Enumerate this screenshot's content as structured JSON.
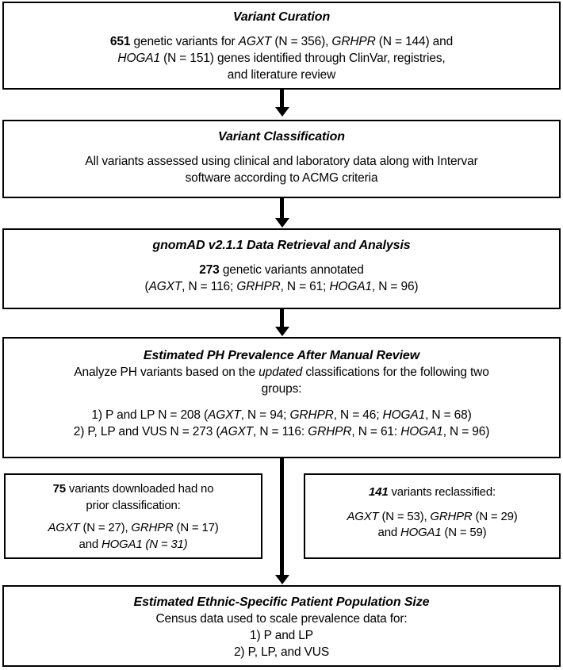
{
  "figure": {
    "type": "flowchart",
    "orientation": "vertical",
    "background_color": "#ffffff",
    "line_color": "#000000"
  },
  "boxes": {
    "variant_curation": {
      "title": "Variant Curation",
      "lines": [
        {
          "segments": [
            {
              "t": "651",
              "s": "bold"
            },
            {
              "t": " genetic variants for ",
              "s": "normal"
            },
            {
              "t": "AGXT",
              "s": "italic"
            },
            {
              "t": " (N = 356), ",
              "s": "normal"
            },
            {
              "t": "GRHPR",
              "s": "italic"
            },
            {
              "t": " (N = 144) and",
              "s": "normal"
            }
          ]
        },
        {
          "segments": [
            {
              "t": "HOGA1",
              "s": "italic"
            },
            {
              "t": " (N = 151) genes identified through ClinVar, registries,",
              "s": "normal"
            }
          ]
        },
        {
          "segments": [
            {
              "t": "and literature review",
              "s": "normal"
            }
          ]
        }
      ]
    },
    "variant_classification": {
      "title": "Variant Classification",
      "lines": [
        {
          "segments": [
            {
              "t": "All variants assessed using clinical and laboratory data along with Intervar",
              "s": "normal"
            }
          ]
        },
        {
          "segments": [
            {
              "t": "software according to ACMG criteria",
              "s": "normal"
            }
          ]
        }
      ]
    },
    "gnomad_retrieval": {
      "title": "gnomAD v2.1.1 Data Retrieval and Analysis",
      "lines": [
        {
          "segments": [
            {
              "t": "273",
              "s": "bold"
            },
            {
              "t": " genetic variants annotated",
              "s": "normal"
            }
          ]
        },
        {
          "segments": [
            {
              "t": "(",
              "s": "normal"
            },
            {
              "t": "AGXT",
              "s": "italic"
            },
            {
              "t": ", N = 116; ",
              "s": "normal"
            },
            {
              "t": "GRHPR",
              "s": "italic"
            },
            {
              "t": ", N = 61; ",
              "s": "normal"
            },
            {
              "t": "HOGA1",
              "s": "italic"
            },
            {
              "t": ", N = 96)",
              "s": "normal"
            }
          ]
        }
      ]
    },
    "ph_prevalence": {
      "title": "Estimated PH Prevalence After Manual Review",
      "lines": [
        {
          "segments": [
            {
              "t": "Analyze PH variants based on the ",
              "s": "normal"
            },
            {
              "t": "updated",
              "s": "italic"
            },
            {
              "t": " classifications for the following two",
              "s": "normal"
            }
          ]
        },
        {
          "segments": [
            {
              "t": "groups:",
              "s": "normal"
            }
          ]
        }
      ],
      "groups": [
        {
          "segments": [
            {
              "t": "1) P and LP N = 208 (",
              "s": "normal"
            },
            {
              "t": "AGXT",
              "s": "italic"
            },
            {
              "t": ", N = 94; ",
              "s": "normal"
            },
            {
              "t": "GRHPR",
              "s": "italic"
            },
            {
              "t": ", N = 46; ",
              "s": "normal"
            },
            {
              "t": "HOGA1",
              "s": "italic"
            },
            {
              "t": ", N = 68)",
              "s": "normal"
            }
          ]
        },
        {
          "segments": [
            {
              "t": "2) P, LP and VUS N = 273 (",
              "s": "normal"
            },
            {
              "t": "AGXT",
              "s": "italic"
            },
            {
              "t": ", N = 116: ",
              "s": "normal"
            },
            {
              "t": "GRHPR",
              "s": "italic"
            },
            {
              "t": ", N = 61: ",
              "s": "normal"
            },
            {
              "t": "HOGA1",
              "s": "italic"
            },
            {
              "t": ", N = 96)",
              "s": "normal"
            }
          ]
        }
      ]
    },
    "no_prior_classification": {
      "lines": [
        {
          "segments": [
            {
              "t": "75",
              "s": "bold"
            },
            {
              "t": " variants downloaded had no",
              "s": "normal"
            }
          ]
        },
        {
          "segments": [
            {
              "t": "prior classification:",
              "s": "normal"
            }
          ]
        }
      ],
      "detail": [
        {
          "segments": [
            {
              "t": "AGXT",
              "s": "italic"
            },
            {
              "t": " (N = 27), ",
              "s": "normal"
            },
            {
              "t": "GRHPR",
              "s": "italic"
            },
            {
              "t": " (N = 17)",
              "s": "normal"
            }
          ]
        },
        {
          "segments": [
            {
              "t": "and ",
              "s": "normal"
            },
            {
              "t": "HOGA1 (N = 31)",
              "s": "italic"
            }
          ]
        }
      ]
    },
    "reclassified": {
      "lines": [
        {
          "segments": [
            {
              "t": "141",
              "s": "bolditalic"
            },
            {
              "t": " variants reclassified:",
              "s": "normal"
            }
          ]
        }
      ],
      "detail": [
        {
          "segments": [
            {
              "t": "AGXT",
              "s": "italic"
            },
            {
              "t": " (N = 53), ",
              "s": "normal"
            },
            {
              "t": "GRHPR",
              "s": "italic"
            },
            {
              "t": " (N = 29)",
              "s": "normal"
            }
          ]
        },
        {
          "segments": [
            {
              "t": "and ",
              "s": "normal"
            },
            {
              "t": "HOGA1",
              "s": "italic"
            },
            {
              "t": " (N = 59)",
              "s": "normal"
            }
          ]
        }
      ]
    },
    "population_size": {
      "title": "Estimated Ethnic-Specific Patient Population Size",
      "lines": [
        {
          "segments": [
            {
              "t": "Census data used to scale prevalence data for:",
              "s": "normal"
            }
          ]
        },
        {
          "segments": [
            {
              "t": "1)  P and LP",
              "s": "normal"
            }
          ]
        },
        {
          "segments": [
            {
              "t": "2)  P, LP, and VUS",
              "s": "normal"
            }
          ]
        }
      ]
    }
  }
}
